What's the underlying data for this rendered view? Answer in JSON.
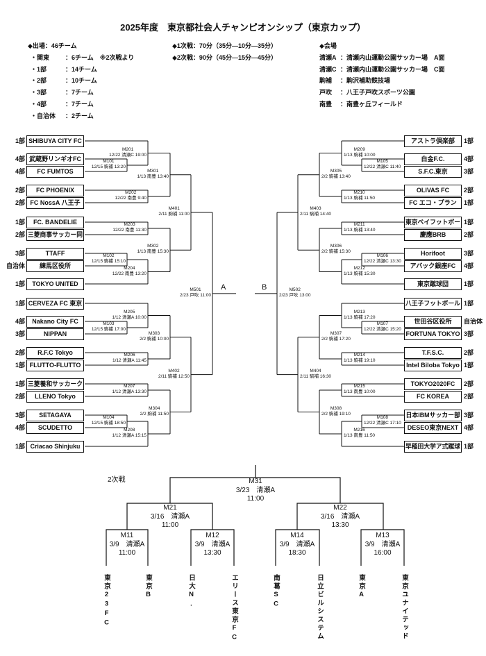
{
  "title": "2025年度　東京都社会人チャンピオンシップ（東京カップ）",
  "entries": {
    "heading": "◆出場：46チーム",
    "rows": [
      {
        "label": "・関東",
        "value": "：6チーム　※2次戦より"
      },
      {
        "label": "・1部",
        "value": "：14チーム"
      },
      {
        "label": "・2部",
        "value": "：10チーム"
      },
      {
        "label": "・3部",
        "value": "：7チーム"
      },
      {
        "label": "・4部",
        "value": "：7チーム"
      },
      {
        "label": "・自治体",
        "value": "：2チーム"
      }
    ]
  },
  "format": [
    "◆1次戦：70分（35分―10分―35分）",
    "◆2次戦：90分（45分―15分―45分）"
  ],
  "venues": {
    "heading": "◆会場",
    "rows": [
      {
        "label": "清瀬A",
        "value": "：清瀬内山運動公園サッカー場　A面"
      },
      {
        "label": "清瀬C",
        "value": "：清瀬内山運動公園サッカー場　C面"
      },
      {
        "label": "駒補",
        "value": "：駒沢補助競技場"
      },
      {
        "label": "戸吹",
        "value": "：八王子戸吹スポーツ公園"
      },
      {
        "label": "南豊",
        "value": "：南豊ヶ丘フィールド"
      }
    ]
  },
  "first_round": {
    "left": {
      "block_label": "A",
      "tree": {
        "match": "M501",
        "info": "2/23 戸吹 11:00",
        "c": [
          {
            "match": "M401",
            "info": "2/11 駒補 11:00",
            "c": [
              {
                "match": "M301",
                "info": "1/13 南豊 13:40",
                "c": [
                  {
                    "match": "M201",
                    "info": "12/22 清瀬C 19:00",
                    "c": [
                      {
                        "team": "SHIBUYA CITY FC",
                        "div": "1部"
                      },
                      {
                        "match": "M101",
                        "info": "12/15 駒補 13:20",
                        "c": [
                          {
                            "team": "武蔵野リンギオFC",
                            "div": "4部"
                          },
                          {
                            "team": "FC FUMTOS",
                            "div": "4部"
                          }
                        ]
                      }
                    ]
                  },
                  {
                    "match": "M202",
                    "info": "12/22 南豊 9:40",
                    "c": [
                      {
                        "team": "FC PHOENIX",
                        "div": "2部"
                      },
                      {
                        "team": "FC NossA 八王子",
                        "div": "2部"
                      }
                    ]
                  }
                ]
              },
              {
                "match": "M302",
                "info": "1/13 南豊 15:30",
                "c": [
                  {
                    "match": "M203",
                    "info": "12/22 南豊 11:30",
                    "c": [
                      {
                        "team": "FC. BANDELIE",
                        "div": "1部"
                      },
                      {
                        "team": "三菱商事サッカー同好会",
                        "div": "2部"
                      }
                    ]
                  },
                  {
                    "match": "M204",
                    "info": "12/22 南豊 13:20",
                    "c": [
                      {
                        "match": "M102",
                        "info": "12/15 駒補 15:10",
                        "c": [
                          {
                            "team": "TTAFF",
                            "div": "3部"
                          },
                          {
                            "team": "練馬区役所",
                            "div": "自治体"
                          }
                        ]
                      },
                      {
                        "team": "TOKYO UNITED FC +Plus",
                        "div": "1部"
                      }
                    ]
                  }
                ]
              }
            ]
          },
          {
            "match": "M402",
            "info": "2/11 駒補 12:50",
            "c": [
              {
                "match": "M303",
                "info": "2/2 駒補 10:00",
                "c": [
                  {
                    "match": "M205",
                    "info": "1/12 清瀬A 10:00",
                    "c": [
                      {
                        "team": "CERVEZA FC 東京",
                        "div": "1部"
                      },
                      {
                        "match": "M103",
                        "info": "12/15 駒補 17:00",
                        "c": [
                          {
                            "team": "Nakano City FC",
                            "div": "4部"
                          },
                          {
                            "team": "NIPPAN",
                            "div": "3部"
                          }
                        ]
                      }
                    ]
                  },
                  {
                    "match": "M206",
                    "info": "1/12 清瀬A 11:45",
                    "c": [
                      {
                        "team": "R.F.C Tokyo",
                        "div": "2部"
                      },
                      {
                        "team": "FLUTTO-FLUTTO",
                        "div": "1部"
                      }
                    ]
                  }
                ]
              },
              {
                "match": "M304",
                "info": "2/2 駒補 11:50",
                "c": [
                  {
                    "match": "M207",
                    "info": "1/12 清瀬A 13:30",
                    "c": [
                      {
                        "team": "三菱養和サッカークラブ",
                        "div": "1部"
                      },
                      {
                        "team": "LLENO Tokyo",
                        "div": "2部"
                      }
                    ]
                  },
                  {
                    "match": "M208",
                    "info": "1/12 清瀬A 15:15",
                    "c": [
                      {
                        "match": "M104",
                        "info": "12/15 駒補 18:50",
                        "c": [
                          {
                            "team": "SETAGAYA UNITED",
                            "div": "3部"
                          },
                          {
                            "team": "SCUDETTO",
                            "div": "4部"
                          }
                        ]
                      },
                      {
                        "team": "Criacao Shinjuku Procriar",
                        "div": "1部"
                      }
                    ]
                  }
                ]
              }
            ]
          }
        ]
      }
    },
    "right": {
      "block_label": "B",
      "tree": {
        "match": "M502",
        "info": "2/23 戸吹 13:00",
        "c": [
          {
            "match": "M403",
            "info": "2/11 駒補 14:40",
            "c": [
              {
                "match": "M305",
                "info": "2/2 駒補 13:40",
                "c": [
                  {
                    "match": "M209",
                    "info": "1/13 駒補 10:00",
                    "c": [
                      {
                        "team": "アストラ倶楽部",
                        "div": "1部"
                      },
                      {
                        "match": "M105",
                        "info": "12/22 清瀬C 11:40",
                        "c": [
                          {
                            "team": "白金F.C.",
                            "div": "4部"
                          },
                          {
                            "team": "S.F.C.東京",
                            "div": "3部"
                          }
                        ]
                      }
                    ]
                  },
                  {
                    "match": "M210",
                    "info": "1/13 駒補 11:50",
                    "c": [
                      {
                        "team": "OLIVAS FC",
                        "div": "2部"
                      },
                      {
                        "team": "FC エコ・プラン",
                        "div": "1部"
                      }
                    ]
                  }
                ]
              },
              {
                "match": "M306",
                "info": "2/2 駒補 15:30",
                "c": [
                  {
                    "match": "M211",
                    "info": "1/13 駒補 13:40",
                    "c": [
                      {
                        "team": "東京ベイフットボールクラブ",
                        "div": "1部"
                      },
                      {
                        "team": "慶應BRB",
                        "div": "2部"
                      }
                    ]
                  },
                  {
                    "match": "M212",
                    "info": "1/13 駒補 15:30",
                    "c": [
                      {
                        "match": "M106",
                        "info": "12/22 清瀬C 13:30",
                        "c": [
                          {
                            "team": "Horifoot",
                            "div": "3部"
                          },
                          {
                            "team": "アバック銀座FC",
                            "div": "4部"
                          }
                        ]
                      },
                      {
                        "team": "東京蹴球団",
                        "div": "1部"
                      }
                    ]
                  }
                ]
              }
            ]
          },
          {
            "match": "M404",
            "info": "2/11 駒補 16:30",
            "c": [
              {
                "match": "M307",
                "info": "2/2 駒補 17:20",
                "c": [
                  {
                    "match": "M213",
                    "info": "1/13 駒補 17:20",
                    "c": [
                      {
                        "team": "八王子フットボールクラブ",
                        "div": "1部"
                      },
                      {
                        "match": "M107",
                        "info": "12/22 清瀬C 15:20",
                        "c": [
                          {
                            "team": "世田谷区役所",
                            "div": "自治体"
                          },
                          {
                            "team": "FORTUNA TOKYO",
                            "div": "3部"
                          }
                        ]
                      }
                    ]
                  },
                  {
                    "match": "M214",
                    "info": "1/13 駒補 19:10",
                    "c": [
                      {
                        "team": "T.F.S.C.",
                        "div": "2部"
                      },
                      {
                        "team": "Intel Biloba Tokyo",
                        "div": "1部"
                      }
                    ]
                  }
                ]
              },
              {
                "match": "M308",
                "info": "2/2 駒補 19:10",
                "c": [
                  {
                    "match": "M215",
                    "info": "1/13 南豊 10:00",
                    "c": [
                      {
                        "team": "TOKYO2020FC",
                        "div": "2部"
                      },
                      {
                        "team": "FC KOREA",
                        "div": "2部"
                      }
                    ]
                  },
                  {
                    "match": "M216",
                    "info": "1/13 南豊 11:50",
                    "c": [
                      {
                        "match": "M108",
                        "info": "12/22 清瀬C 17:10",
                        "c": [
                          {
                            "team": "日本IBMサッカー部",
                            "div": "3部"
                          },
                          {
                            "team": "DESEO東京NEXT",
                            "div": "4部"
                          }
                        ]
                      },
                      {
                        "team": "早稲田大学ア式蹴球部FC",
                        "div": "1部"
                      }
                    ]
                  }
                ]
              }
            ]
          }
        ]
      }
    }
  },
  "second_round": {
    "heading": "2次戦",
    "m31": {
      "code": "M31",
      "date": "3/23　清瀬A",
      "time": "11:00"
    },
    "m21": {
      "code": "M21",
      "date": "3/16　清瀬A",
      "time": "11:00"
    },
    "m22": {
      "code": "M22",
      "date": "3/16　清瀬A",
      "time": "13:30"
    },
    "m11": {
      "code": "M11",
      "date": "3/9　清瀬A",
      "time": "11:00"
    },
    "m12": {
      "code": "M12",
      "date": "3/9　清瀬A",
      "time": "13:30"
    },
    "m14": {
      "code": "M14",
      "date": "3/9　清瀬A",
      "time": "18:30"
    },
    "m13": {
      "code": "M13",
      "date": "3/9　清瀬A",
      "time": "16:00"
    },
    "teams": [
      "東京23FC",
      "東京B",
      "日大N.",
      "エリース東京FC",
      "南葛SC",
      "日立ビルシステム",
      "東京A",
      "東京ユナイテッド"
    ]
  }
}
